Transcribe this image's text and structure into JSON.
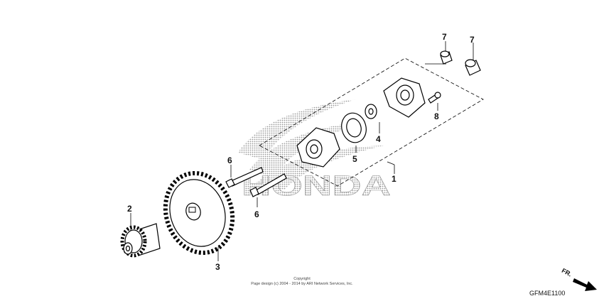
{
  "callouts": [
    {
      "id": "c1",
      "text": "1"
    },
    {
      "id": "c2",
      "text": "2"
    },
    {
      "id": "c3",
      "text": "3"
    },
    {
      "id": "c4",
      "text": "4"
    },
    {
      "id": "c5",
      "text": "5"
    },
    {
      "id": "c6a",
      "text": "6"
    },
    {
      "id": "c6b",
      "text": "6"
    },
    {
      "id": "c7a",
      "text": "7"
    },
    {
      "id": "c7b",
      "text": "7"
    },
    {
      "id": "c8",
      "text": "8"
    }
  ],
  "watermark": {
    "brand": "HONDA"
  },
  "copyright": {
    "line1": "Copyright",
    "line2": "Page design (c) 2004 - 2014 by ARI Network Services, Inc."
  },
  "figure_code": "GFM4E1100",
  "direction_label": "FR."
}
